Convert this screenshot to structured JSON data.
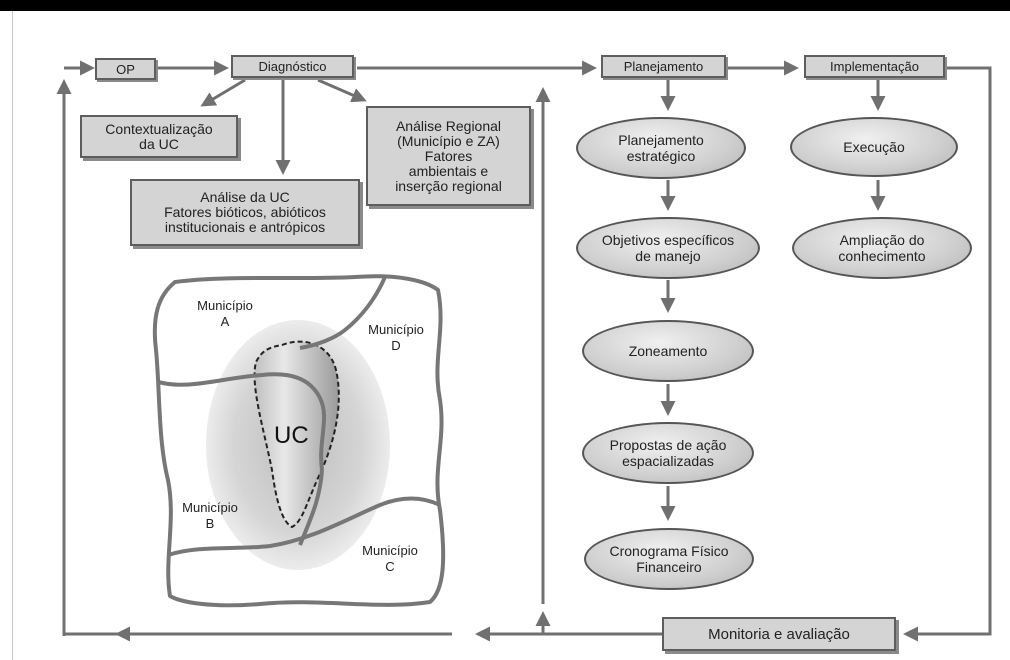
{
  "boxes": {
    "op": "OP",
    "diagnostico": "Diagnóstico",
    "planejamento": "Planejamento",
    "implementacao": "Implementação",
    "contextualizacao": "Contextualização\nda UC",
    "analise_uc": "Análise da UC\nFatores bióticos, abióticos\ninstitucionais e antrópicos",
    "analise_regional": "Análise Regional\n(Município e ZA)\nFatores\nambientais e\ninserção regional",
    "monitoria": "Monitoria e avaliação"
  },
  "ovals": {
    "planejamento_estrategico": "Planejamento\nestratégico",
    "objetivos": "Objetivos específicos\nde manejo",
    "zoneamento": "Zoneamento",
    "propostas": "Propostas de ação\nespacializadas",
    "cronograma": "Cronograma Físico\nFinanceiro",
    "execucao": "Execução",
    "ampliacao": "Ampliação do\nconhecimento"
  },
  "map": {
    "municipio_a": "Município\nA",
    "municipio_b": "Município\nB",
    "municipio_c": "Município\nC",
    "municipio_d": "Município\nD",
    "uc": "UC"
  },
  "colors": {
    "box_fill": "#d4d4d4",
    "line": "#707070",
    "border_line": "#777777"
  }
}
